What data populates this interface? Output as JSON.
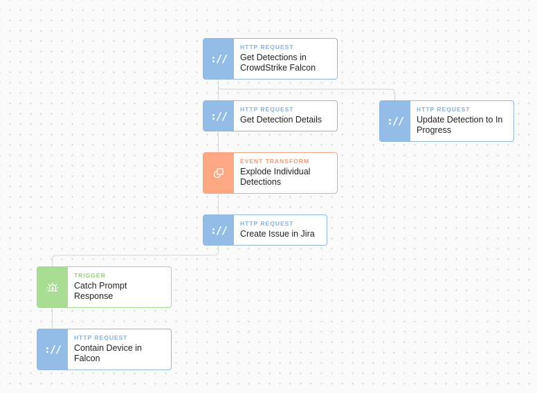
{
  "canvas": {
    "background": "#fafafa",
    "dot_color": "#d2d2d2",
    "connector_color": "#cdd7df"
  },
  "colors": {
    "http_request": "#93bde6",
    "event_transform": "#fba883",
    "trigger": "#a8dd93"
  },
  "nodes": [
    {
      "id": "get-detections",
      "kind": "HTTP REQUEST",
      "name": "Get Detections in CrowdStrike Falcon",
      "icon": "protocol-icon"
    },
    {
      "id": "get-detection-details",
      "kind": "HTTP REQUEST",
      "name": "Get Detection Details",
      "icon": "protocol-icon"
    },
    {
      "id": "update-detection",
      "kind": "HTTP REQUEST",
      "name": "Update Detection to In Progress",
      "icon": "protocol-icon"
    },
    {
      "id": "explode-detections",
      "kind": "EVENT TRANSFORM",
      "name": "Explode Individual Detections",
      "icon": "transform-icon"
    },
    {
      "id": "create-issue-jira",
      "kind": "HTTP REQUEST",
      "name": "Create Issue in Jira",
      "icon": "protocol-icon"
    },
    {
      "id": "catch-prompt-response",
      "kind": "TRIGGER",
      "name": "Catch Prompt Response",
      "icon": "alarm-icon"
    },
    {
      "id": "contain-device",
      "kind": "HTTP REQUEST",
      "name": "Contain Device in Falcon",
      "icon": "protocol-icon"
    }
  ]
}
